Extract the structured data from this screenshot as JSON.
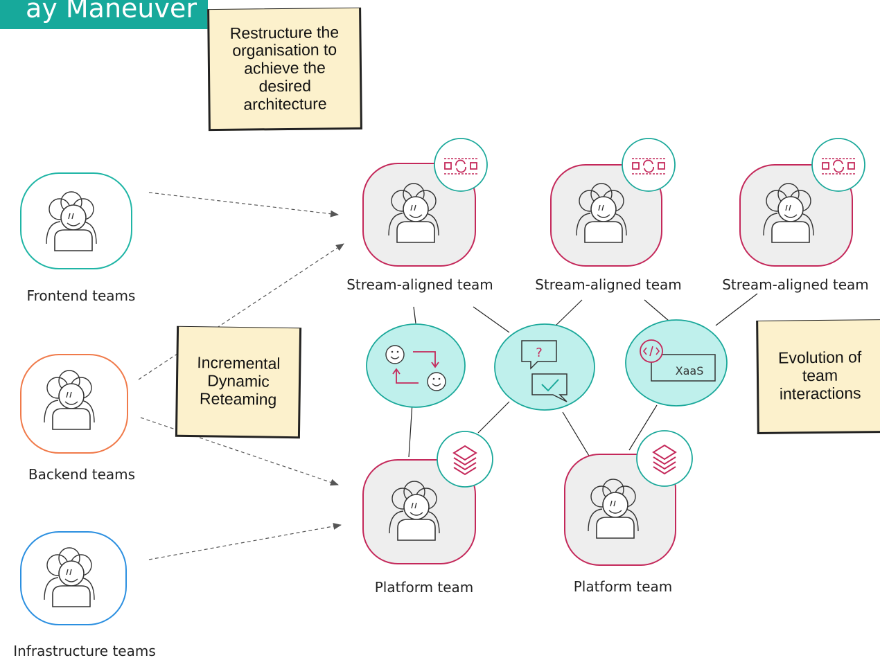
{
  "title": "ay Maneuver",
  "notes": {
    "restructure": "Restructure the organisation to achieve the desired architecture",
    "reteaming": "Incremental Dynamic Reteaming",
    "evolution": "Evolution of team interactions"
  },
  "old_teams": [
    {
      "label": "Frontend teams",
      "color": "#1fb5a5"
    },
    {
      "label": "Backend teams",
      "color": "#f07a4a"
    },
    {
      "label": "Infrastructure teams",
      "color": "#2b8fe0"
    }
  ],
  "stream_teams": [
    {
      "label": "Stream-aligned team",
      "icon": "stream-flow-icon"
    },
    {
      "label": "Stream-aligned team",
      "icon": "stream-flow-icon"
    },
    {
      "label": "Stream-aligned team",
      "icon": "stream-flow-icon"
    }
  ],
  "platform_teams": [
    {
      "label": "Platform team",
      "icon": "layers-stack-icon"
    },
    {
      "label": "Platform team",
      "icon": "layers-stack-icon"
    }
  ],
  "interactions": [
    {
      "mode": "collaboration",
      "icon": "collaboration-icon"
    },
    {
      "mode": "facilitating",
      "icon": "facilitating-icon"
    },
    {
      "mode": "x-as-a-service",
      "icon": "xaas-icon",
      "text": "XaaS"
    }
  ],
  "colors": {
    "title_bg": "#17a99b",
    "note_bg": "#fcf1cc",
    "team_border": "#c4285a",
    "team_fill": "#eeeeee",
    "interaction_fill": "#bff0ec",
    "interaction_border": "#1aa89a",
    "icon_accent": "#c4285a"
  }
}
